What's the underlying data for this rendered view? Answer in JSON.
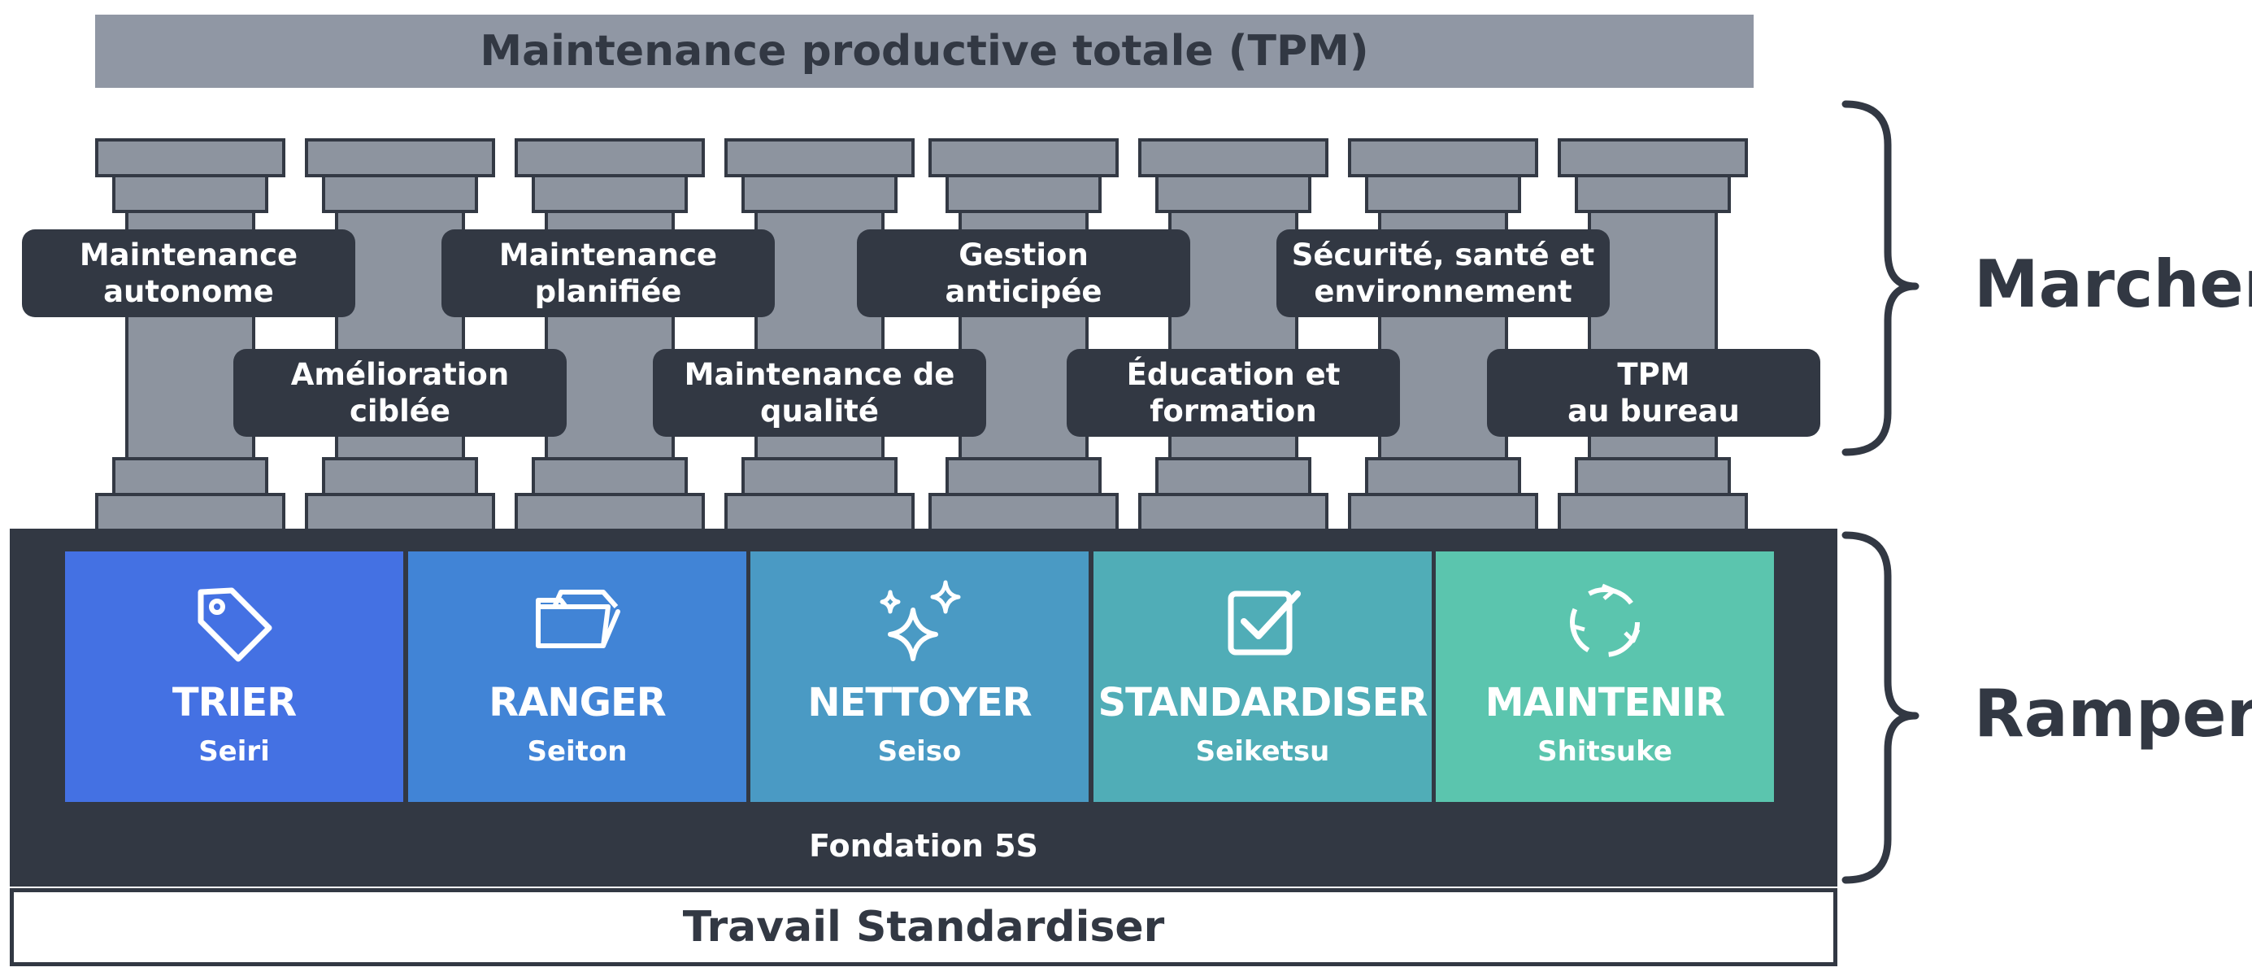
{
  "title": "Maintenance productive totale (TPM)",
  "pillar_labels": [
    {
      "text": "Maintenance\nautonome"
    },
    {
      "text": "Amélioration\nciblée"
    },
    {
      "text": "Maintenance\nplanifiée"
    },
    {
      "text": "Maintenance de\nqualité"
    },
    {
      "text": "Gestion\nanticipée"
    },
    {
      "text": "Éducation et\nformation"
    },
    {
      "text": "Sécurité, santé et\nenvironnement"
    },
    {
      "text": "TPM\nau bureau"
    }
  ],
  "five_s": [
    {
      "title": "TRIER",
      "subtitle": "Seiri",
      "icon": "tag-icon",
      "color": "#4471e3"
    },
    {
      "title": "RANGER",
      "subtitle": "Seiton",
      "icon": "folder-icon",
      "color": "#4184d6"
    },
    {
      "title": "NETTOYER",
      "subtitle": "Seiso",
      "icon": "sparkle-icon",
      "color": "#4a9ac4"
    },
    {
      "title": "STANDARDISER",
      "subtitle": "Seiketsu",
      "icon": "checkbox-icon",
      "color": "#50adb7"
    },
    {
      "title": "MAINTENIR",
      "subtitle": "Shitsuke",
      "icon": "recycle-icon",
      "color": "#5bc5ae"
    }
  ],
  "foundation_label": "Fondation 5S",
  "base_label": "Travail Standardiser",
  "stages": {
    "top": "Marcher",
    "bottom": "Ramper"
  },
  "colors": {
    "dark": "#323843",
    "pillar": "#8d949f",
    "banner": "#9097a4"
  }
}
